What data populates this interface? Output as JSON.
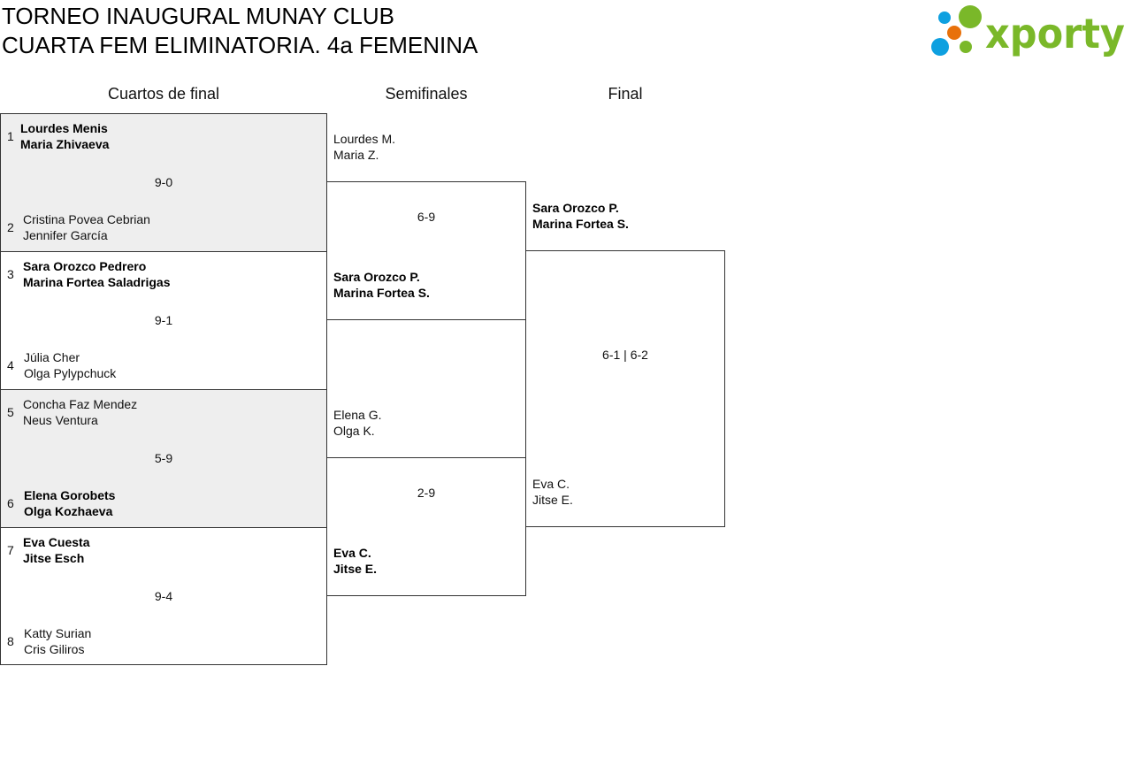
{
  "header": {
    "title_line1": "TORNEO INAUGURAL MUNAY CLUB",
    "title_line2": "CUARTA FEM ELIMINATORIA. 4a FEMENINA",
    "logo_text": "xporty"
  },
  "rounds": [
    "Cuartos de final",
    "Semifinales",
    "Final"
  ],
  "quarters": [
    {
      "score": "9-0",
      "top": {
        "seed": "1",
        "p1": "Lourdes Menis",
        "p2": "Maria Zhivaeva",
        "winner": true
      },
      "bottom": {
        "seed": "2",
        "p1": "Cristina Povea Cebrian",
        "p2": "Jennifer García",
        "winner": false
      }
    },
    {
      "score": "9-1",
      "top": {
        "seed": "3",
        "p1": "Sara Orozco Pedrero",
        "p2": "Marina Fortea Saladrigas",
        "winner": true
      },
      "bottom": {
        "seed": "4",
        "p1": "Júlia Cher",
        "p2": "Olga Pylypchuck",
        "winner": false
      }
    },
    {
      "score": "5-9",
      "top": {
        "seed": "5",
        "p1": "Concha Faz Mendez",
        "p2": "Neus Ventura",
        "winner": false
      },
      "bottom": {
        "seed": "6",
        "p1": "Elena Gorobets",
        "p2": "Olga Kozhaeva",
        "winner": true
      }
    },
    {
      "score": "9-4",
      "top": {
        "seed": "7",
        "p1": "Eva Cuesta",
        "p2": "Jitse Esch",
        "winner": true
      },
      "bottom": {
        "seed": "8",
        "p1": "Katty Surian",
        "p2": "Cris Giliros",
        "winner": false
      }
    }
  ],
  "semis": [
    {
      "score": "6-9",
      "top": {
        "p1": "Lourdes M.",
        "p2": "Maria Z."
      },
      "bottom": {
        "p1": "Sara Orozco P.",
        "p2": "Marina Fortea S."
      }
    },
    {
      "score": "2-9",
      "top": {
        "p1": "Elena G.",
        "p2": "Olga K."
      },
      "bottom": {
        "p1": "Eva C.",
        "p2": "Jitse E."
      }
    }
  ],
  "final": {
    "score": "6-1 | 6-2",
    "top": {
      "p1": "Sara Orozco P.",
      "p2": "Marina Fortea S."
    },
    "bottom": {
      "p1": "Eva C.",
      "p2": "Jitse E."
    }
  }
}
